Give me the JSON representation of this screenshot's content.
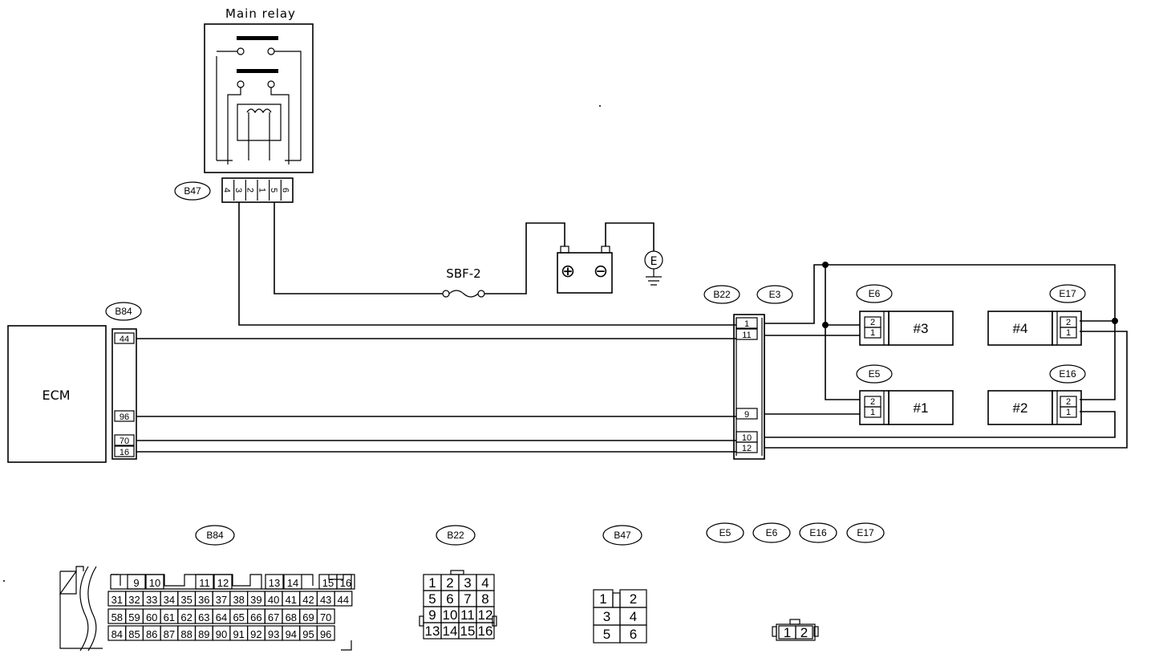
{
  "main_relay": {
    "title": "Main relay",
    "connector": "B47",
    "pins": [
      "4",
      "3",
      "2",
      "1",
      "5",
      "6"
    ]
  },
  "fuse": {
    "label": "SBF-2"
  },
  "battery": {
    "plus": "⊕",
    "minus": "⊖"
  },
  "ground": {
    "label": "E"
  },
  "ecm": {
    "label": "ECM",
    "connector": "B84",
    "pins": [
      "44",
      "96",
      "70",
      "16"
    ]
  },
  "joint_connector": {
    "left_label": "B22",
    "right_label": "E3",
    "pins": [
      "1",
      "11",
      "9",
      "10",
      "12"
    ]
  },
  "injectors": [
    {
      "name": "#3",
      "connector": "E6",
      "pins": [
        "2",
        "1"
      ]
    },
    {
      "name": "#1",
      "connector": "E5",
      "pins": [
        "2",
        "1"
      ]
    },
    {
      "name": "#4",
      "connector": "E17",
      "pins": [
        "2",
        "1"
      ]
    },
    {
      "name": "#2",
      "connector": "E16",
      "pins": [
        "2",
        "1"
      ]
    }
  ],
  "connector_views": {
    "b84": {
      "label": "B84",
      "row1": [
        "9",
        "10",
        "11",
        "12",
        "13",
        "14",
        "15",
        "16"
      ],
      "row2": [
        "31",
        "32",
        "33",
        "34",
        "35",
        "36",
        "37",
        "38",
        "39",
        "40",
        "41",
        "42",
        "43",
        "44"
      ],
      "row3": [
        "58",
        "59",
        "60",
        "61",
        "62",
        "63",
        "64",
        "65",
        "66",
        "67",
        "68",
        "69",
        "70"
      ],
      "row4": [
        "84",
        "85",
        "86",
        "87",
        "88",
        "89",
        "90",
        "91",
        "92",
        "93",
        "94",
        "95",
        "96"
      ]
    },
    "b22": {
      "label": "B22",
      "cells": [
        "1",
        "2",
        "3",
        "4",
        "5",
        "6",
        "7",
        "8",
        "9",
        "10",
        "11",
        "12",
        "13",
        "14",
        "15",
        "16"
      ]
    },
    "b47": {
      "label": "B47",
      "cells": [
        "1",
        "2",
        "3",
        "4",
        "5",
        "6"
      ]
    },
    "e_connectors": {
      "labels": [
        "E5",
        "E6",
        "E16",
        "E17"
      ],
      "cells": [
        "1",
        "2"
      ]
    }
  }
}
